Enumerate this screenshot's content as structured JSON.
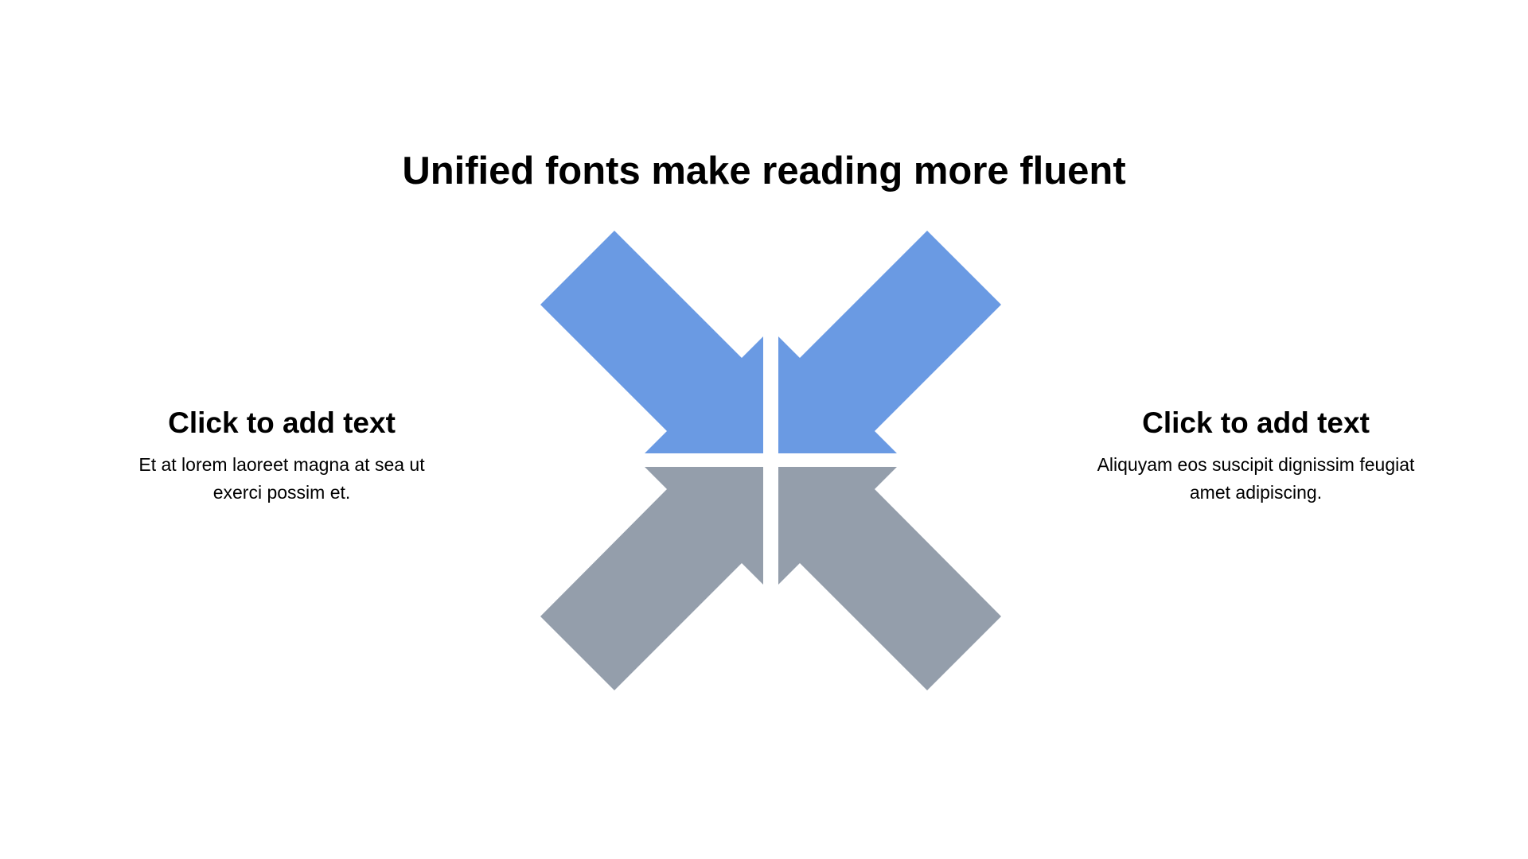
{
  "slide": {
    "title": "Unified fonts make reading more fluent"
  },
  "left_block": {
    "heading": "Click to add text",
    "body": "Et at lorem laoreet magna at sea ut exerci possim et."
  },
  "right_block": {
    "heading": "Click to add text",
    "body": "Aliquyam eos suscipit dignissim feugiat amet adipiscing."
  },
  "colors": {
    "top_arrows": "#6a9ae3",
    "bottom_arrows": "#949eab",
    "text": "#000000",
    "background": "#ffffff"
  },
  "icons": {
    "arrow_top_left": "arrow-down-right-icon",
    "arrow_top_right": "arrow-down-left-icon",
    "arrow_bottom_left": "arrow-up-right-icon",
    "arrow_bottom_right": "arrow-up-left-icon"
  }
}
